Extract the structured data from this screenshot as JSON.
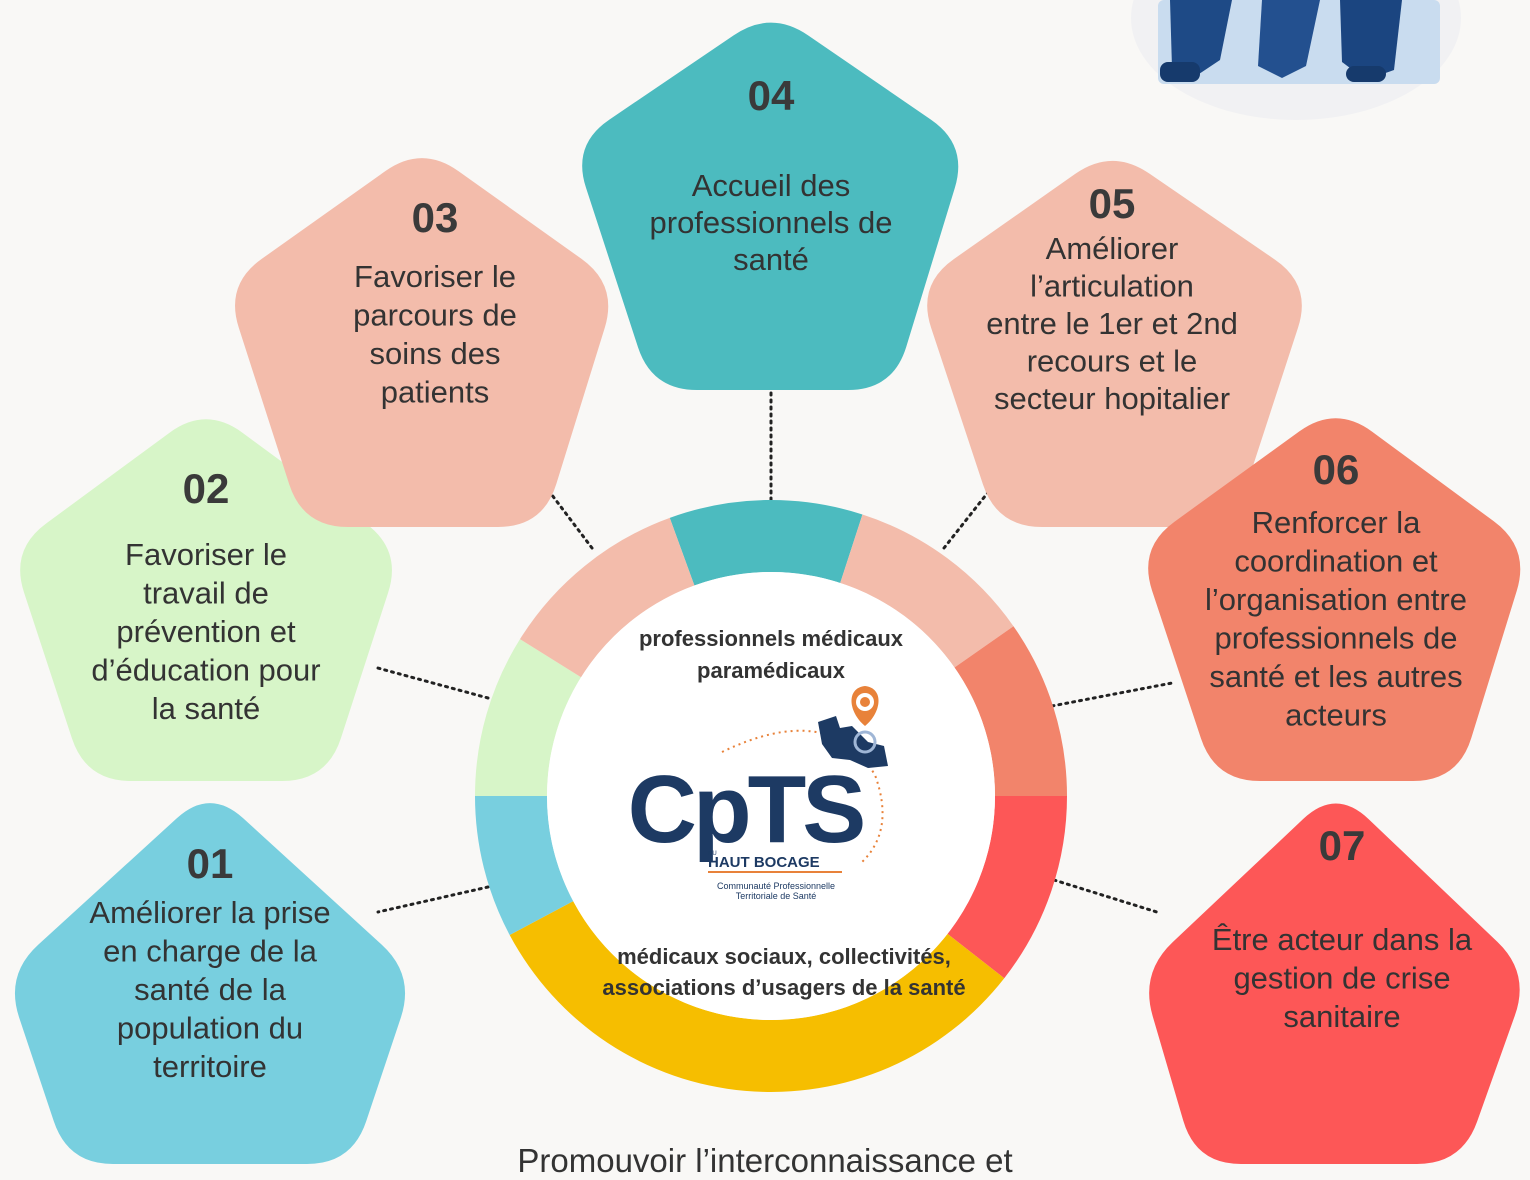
{
  "colors": {
    "teal": "#4cbbbf",
    "peach": "#f3bcab",
    "light_green": "#d7f5c8",
    "sky_blue": "#78cfdf",
    "coral": "#f2846b",
    "red": "#fd5757",
    "yellow": "#f6be00",
    "logo_navy": "#1d3a63",
    "logo_orange": "#e8823a"
  },
  "center": {
    "top_label_lines": [
      "professionnels médicaux",
      "paramédicaux"
    ],
    "bottom_label_lines": [
      "médicaux sociaux, collectivités,",
      "associations d’usagers de la santé"
    ]
  },
  "logo": {
    "main": "CpTS",
    "du": "DU",
    "name": "HAUT BOCAGE",
    "tagline_lines": [
      "Communauté Professionnelle",
      "Territoriale de Santé"
    ]
  },
  "nodes": [
    {
      "id": "01",
      "number": "01",
      "color": "sky_blue",
      "lines": [
        "Améliorer la prise",
        "en charge de la",
        "santé de la",
        "population du",
        "territoire"
      ]
    },
    {
      "id": "02",
      "number": "02",
      "color": "light_green",
      "lines": [
        "Favoriser le",
        "travail de",
        "prévention et",
        "d’éducation pour",
        "la santé"
      ]
    },
    {
      "id": "03",
      "number": "03",
      "color": "peach",
      "lines": [
        "Favoriser le",
        "parcours de",
        "soins des",
        "patients"
      ]
    },
    {
      "id": "04",
      "number": "04",
      "color": "teal",
      "lines": [
        "Accueil  des",
        "professionnels de",
        "santé"
      ]
    },
    {
      "id": "05",
      "number": "05",
      "color": "peach",
      "lines": [
        "Améliorer",
        "l’articulation",
        "entre le 1er et 2nd",
        "recours et le",
        "secteur hopitalier"
      ]
    },
    {
      "id": "06",
      "number": "06",
      "color": "coral",
      "lines": [
        "Renforcer la",
        "coordination et",
        "l’organisation entre",
        "professionnels de",
        "santé et les autres",
        "acteurs"
      ]
    },
    {
      "id": "07",
      "number": "07",
      "color": "red",
      "lines": [
        "Être acteur dans la",
        "gestion de crise",
        "sanitaire"
      ]
    }
  ],
  "bottom_text": "Promouvoir l’interconnaissance et"
}
